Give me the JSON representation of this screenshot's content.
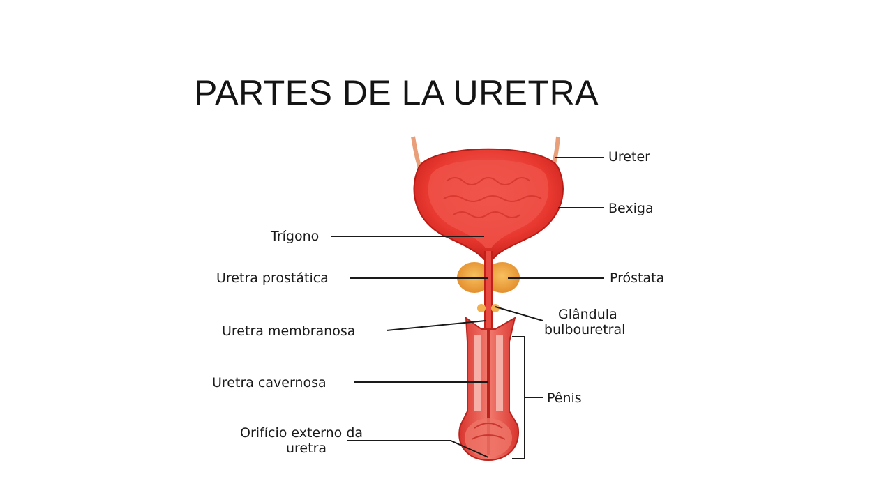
{
  "slide": {
    "title": "PARTES DE LA URETRA"
  },
  "labels": {
    "ureter": "Ureter",
    "bexiga": "Bexiga",
    "trigono": "Trígono",
    "uretra_prostatica": "Uretra prostática",
    "prostata": "Próstata",
    "glandula_line1": "Glândula",
    "glandula_line2": "bulbouretral",
    "uretra_membranosa": "Uretra membranosa",
    "uretra_cavernosa": "Uretra cavernosa",
    "penis": "Pênis",
    "orificio_line1": "Orifício externo da",
    "orificio_line2": "uretra"
  },
  "colors": {
    "bladder_outer": "#e8322b",
    "bladder_inner": "#f05a52",
    "prostate": "#f0a038",
    "penis": "#e85048",
    "leader_line": "#1a1a1a"
  }
}
